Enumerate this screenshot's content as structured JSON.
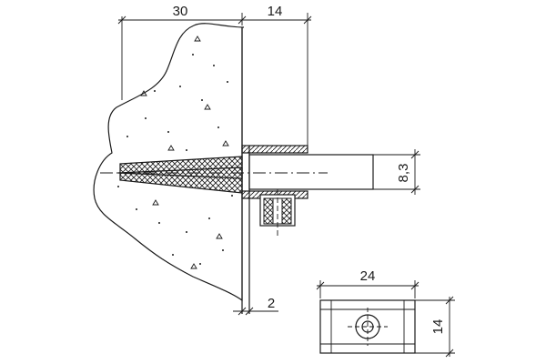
{
  "drawing": {
    "dimensions": {
      "top_width_wall": "30",
      "top_width_bracket": "14",
      "rod_diameter": "8,3",
      "gap": "2",
      "clip_length": "24",
      "clip_height": "14"
    }
  }
}
